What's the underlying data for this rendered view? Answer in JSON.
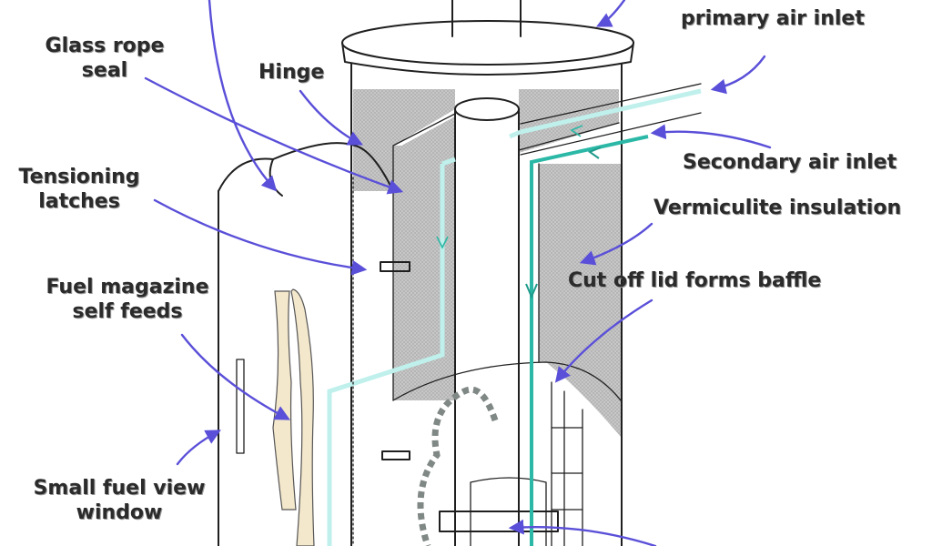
{
  "labels": {
    "glass_rope_seal": [
      "Glass rope",
      "seal"
    ],
    "hinge": "Hinge",
    "primary_air_inlet": "primary air inlet",
    "secondary_air_inlet": "Secondary air inlet",
    "vermiculite_insulation": "Vermiculite insulation",
    "tensioning_latches": [
      "Tensioning",
      "latches"
    ],
    "cut_off_lid_baffle": "Cut off lid forms baffle",
    "fuel_magazine": [
      "Fuel magazine",
      "self feeds"
    ],
    "fuel_view_window": [
      "Small fuel view",
      "window"
    ]
  },
  "colors": {
    "arrow": "#5a4fd8",
    "insulation": "#c8c8c8",
    "primary_air": "#bff0ec",
    "secondary_air": "#2bb8a6",
    "flame": "#7f8884",
    "fuel": "#f3e7cc",
    "ink": "#1f1f1f"
  }
}
